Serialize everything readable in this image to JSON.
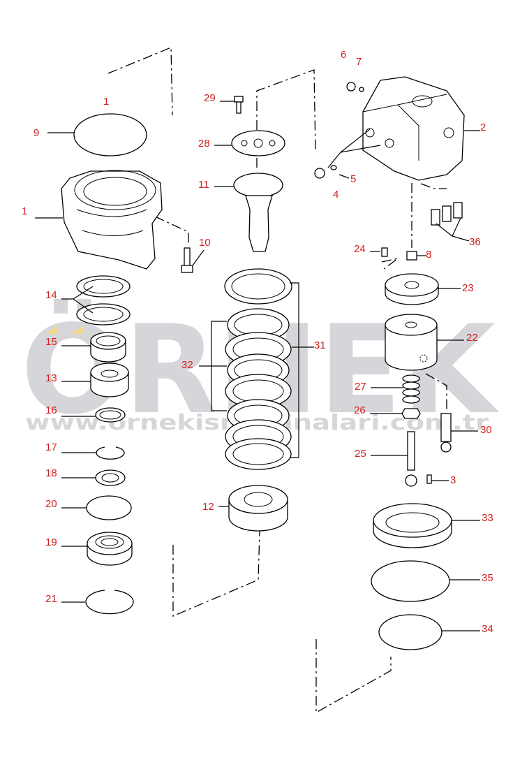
{
  "watermark": {
    "brand": "ÖRNEK",
    "url": "www.ornekismakinalari.com.tr"
  },
  "labels": {
    "p1_top": "1",
    "p9": "9",
    "p1": "1",
    "p10": "10",
    "p14": "14",
    "p15": "15",
    "p13": "13",
    "p16": "16",
    "p17": "17",
    "p18": "18",
    "p20": "20",
    "p19": "19",
    "p21": "21",
    "p29": "29",
    "p28": "28",
    "p11": "11",
    "p12": "12",
    "p31": "31",
    "p32": "32",
    "p6": "6",
    "p7": "7",
    "p2": "2",
    "p5": "5",
    "p4": "4",
    "p36": "36",
    "p24": "24",
    "p8": "8",
    "p23": "23",
    "p22": "22",
    "p27": "27",
    "p26": "26",
    "p30": "30",
    "p25": "25",
    "p3": "3",
    "p33": "33",
    "p35": "35",
    "p34": "34"
  },
  "colors": {
    "label": "#d21f1f",
    "watermark": "#d6d6da",
    "watermark_accent": "#f0d890"
  }
}
